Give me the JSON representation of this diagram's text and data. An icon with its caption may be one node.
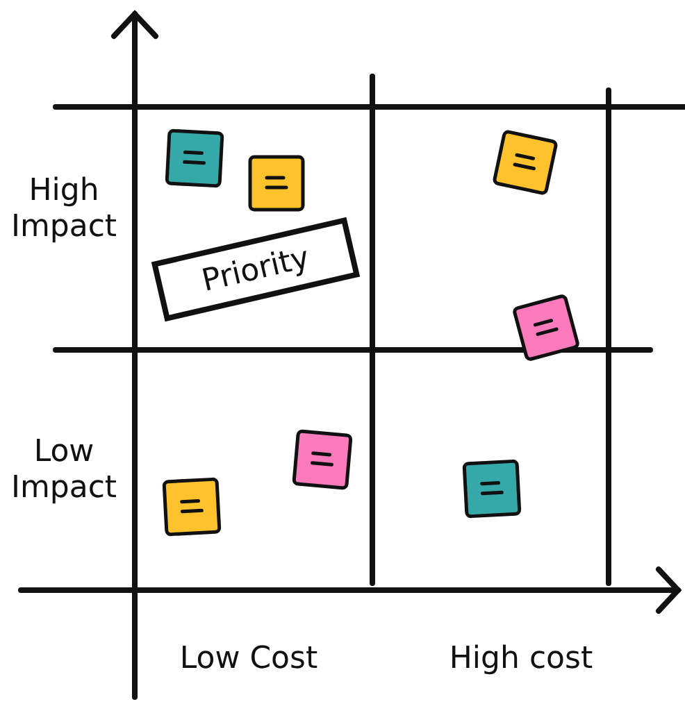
{
  "diagram": {
    "nodes": [
      {
        "text": [
          "Priority"
        ]
      }
    ],
    "labels": [
      "High Impact",
      "Low Impact",
      "Low Cost",
      "High cost"
    ]
  }
}
